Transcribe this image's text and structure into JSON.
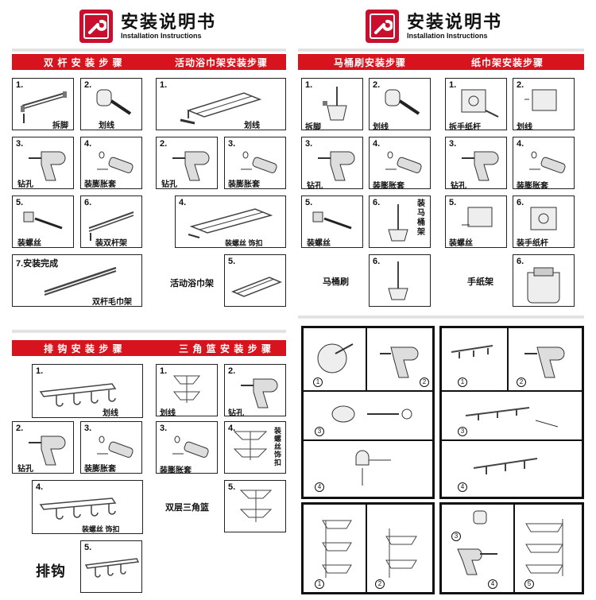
{
  "header": {
    "title_cn": "安装说明书",
    "title_en": "Installation Instructions"
  },
  "sections": {
    "double_bar": {
      "title": "双 杆 安 装 步 骤",
      "steps": [
        {
          "num": "1.",
          "caption": "拆脚"
        },
        {
          "num": "2.",
          "caption": "划线"
        },
        {
          "num": "3.",
          "caption": "钻孔"
        },
        {
          "num": "4.",
          "caption": "装膨胀套"
        },
        {
          "num": "5.",
          "caption": "装螺丝"
        },
        {
          "num": "6.",
          "caption": "装双杆架"
        },
        {
          "num": "7.安装完成",
          "caption": "双杆毛巾架"
        }
      ]
    },
    "towel_rack": {
      "title": "活动浴巾架安装步骤",
      "steps": [
        {
          "num": "1.",
          "caption": "划线"
        },
        {
          "num": "2.",
          "caption": "钻孔"
        },
        {
          "num": "3.",
          "caption": "装膨胀套"
        },
        {
          "num": "4.",
          "caption": "装螺丝 饰扣"
        },
        {
          "num": "5.",
          "caption": ""
        }
      ],
      "label": "活动浴巾架"
    },
    "toilet_brush": {
      "title": "马桶刷安装步骤",
      "steps": [
        {
          "num": "1.",
          "caption": "拆脚"
        },
        {
          "num": "2.",
          "caption": "划线"
        },
        {
          "num": "3.",
          "caption": "钻孔"
        },
        {
          "num": "4.",
          "caption": "装膨胀套"
        },
        {
          "num": "5.",
          "caption": "装螺丝"
        },
        {
          "num": "6.",
          "caption": "装马桶架"
        },
        {
          "num": "6.",
          "caption": ""
        }
      ],
      "label": "马桶刷"
    },
    "paper_holder": {
      "title": "纸巾架安装步骤",
      "steps": [
        {
          "num": "1.",
          "caption": "拆手纸杆"
        },
        {
          "num": "2.",
          "caption": "划线"
        },
        {
          "num": "3.",
          "caption": "钻孔"
        },
        {
          "num": "4.",
          "caption": "装膨胀套"
        },
        {
          "num": "5.",
          "caption": "装螺丝"
        },
        {
          "num": "6.",
          "caption": "装手纸杆"
        },
        {
          "num": "6.",
          "caption": ""
        }
      ],
      "label": "手纸架"
    },
    "hooks": {
      "title": "排 钩 安 装 步 骤",
      "steps": [
        {
          "num": "1.",
          "caption": "划线"
        },
        {
          "num": "2.",
          "caption": "钻孔"
        },
        {
          "num": "3.",
          "caption": "装膨胀套"
        },
        {
          "num": "4.",
          "caption": "装螺丝 饰扣"
        },
        {
          "num": "5.",
          "caption": ""
        }
      ],
      "label": "排钩"
    },
    "corner_basket": {
      "title": "三 角 篮 安 装 步 骤",
      "steps": [
        {
          "num": "1.",
          "caption": "划线"
        },
        {
          "num": "2.",
          "caption": "钻孔"
        },
        {
          "num": "3.",
          "caption": "装膨胀套"
        },
        {
          "num": "4.",
          "caption": "装螺丝 饰扣"
        },
        {
          "num": "5.",
          "caption": ""
        }
      ],
      "label": "双层三角篮"
    }
  },
  "diagram_markers": [
    "1",
    "2",
    "3",
    "4",
    "5"
  ],
  "colors": {
    "accent": "#d7141d",
    "logo": "#c8102e"
  }
}
